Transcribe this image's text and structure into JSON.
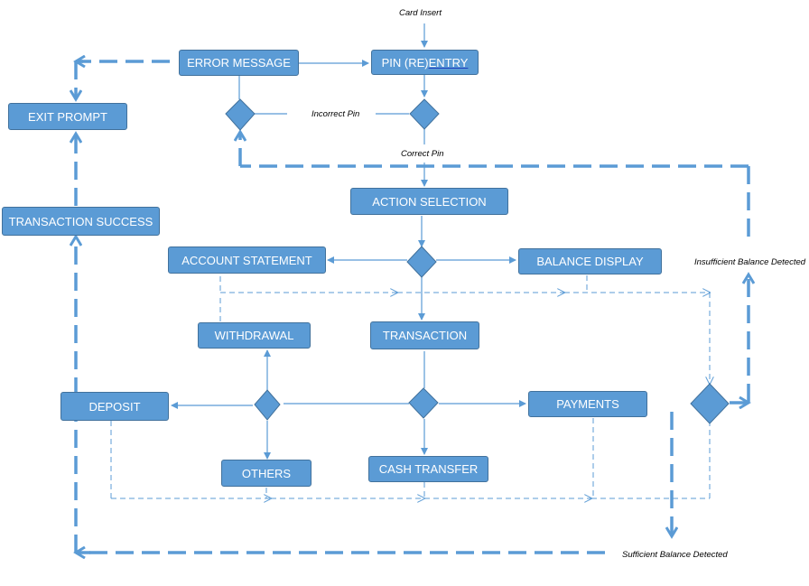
{
  "nodes": {
    "card_insert": "Card Insert",
    "pin_entry_a": "PIN (RE)",
    "pin_entry_b": "ENTRY",
    "error_message": "ERROR MESSAGE",
    "exit_prompt": "EXIT PROMPT",
    "transaction_success": "TRANSACTION SUCCESS",
    "action_selection": "ACTION SELECTION",
    "account_statement": "ACCOUNT STATEMENT",
    "balance_display": "BALANCE DISPLAY",
    "withdrawal": "WITHDRAWAL",
    "transaction": "TRANSACTION",
    "deposit": "DEPOSIT",
    "payments": "PAYMENTS",
    "others": "OTHERS",
    "cash_transfer": "CASH TRANSFER"
  },
  "edge_labels": {
    "incorrect_pin": "Incorrect Pin",
    "correct_pin": "Correct Pin",
    "insufficient_balance": "Insufficient Balance Detected",
    "sufficient_balance": "Sufficient Balance Detected"
  },
  "colors": {
    "node_fill": "#5b9bd5",
    "node_border": "#41719c",
    "line": "#5b9bd5"
  }
}
